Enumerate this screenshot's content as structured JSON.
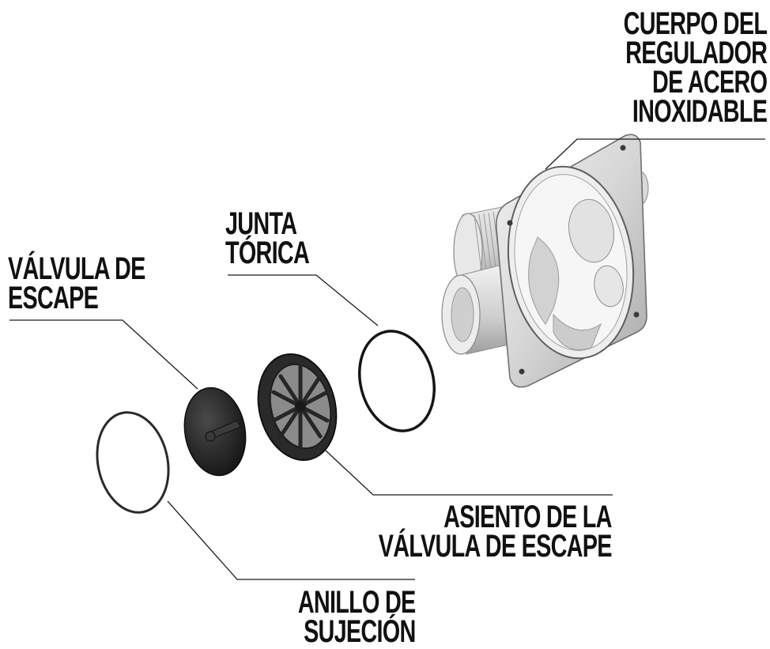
{
  "labels": {
    "regulator_body": [
      "CUERPO DEL",
      "REGULADOR",
      "DE ACERO",
      "INOXIDABLE"
    ],
    "o_ring": [
      "JUNTA",
      "TÓRICA"
    ],
    "exhaust_valve": [
      "VÁLVULA DE",
      "ESCAPE"
    ],
    "valve_seat": [
      "ASIENTO DE LA",
      "VÁLVULA DE ESCAPE"
    ],
    "retaining_ring": [
      "ANILLO DE",
      "SUJECIÓN"
    ]
  },
  "colors": {
    "text": "#111111",
    "leader_line": "#1a1a1a",
    "metal": "#dcdcdc",
    "rubber": "#2b2b2b"
  }
}
